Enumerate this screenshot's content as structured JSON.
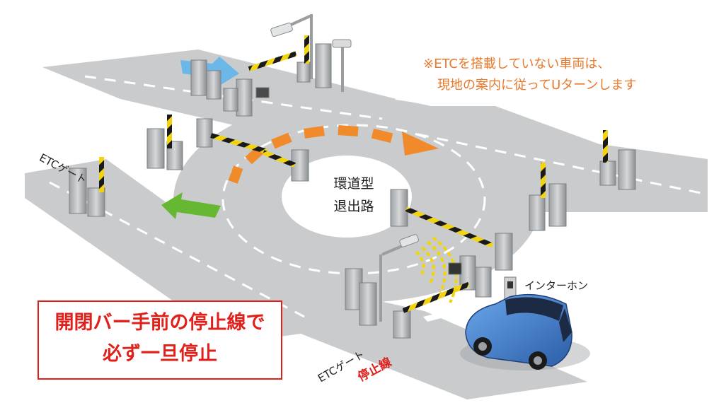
{
  "notice": {
    "line1": "※ETCを搭載していない車両は、",
    "line2": "現地の案内に従ってUターンします"
  },
  "roundabout_label": {
    "line1": "環道型",
    "line2": "退出路"
  },
  "labels": {
    "etc_gate_left": "ETCゲート",
    "etc_gate_bottom": "ETCゲート",
    "stop_line": "停止線",
    "intercom": "インターホン"
  },
  "warning": {
    "line1": "開閉バー手前の停止線で",
    "line2": "必ず一旦停止"
  },
  "colors": {
    "road": "#c9cbcc",
    "road_dark": "#b5b8ba",
    "island": "#ffffff",
    "arrow_orange": "#f08a2b",
    "arrow_green": "#66b832",
    "arrow_blue": "#6bb8e8",
    "bar_yellow": "#f2d40e",
    "bar_black": "#1a1a1a",
    "warning_red": "#e0201b",
    "notice_orange": "#e8782a",
    "car_blue": "#3d7fd0"
  },
  "icons": [
    "car-icon",
    "intercom-icon",
    "signal-wave-icon",
    "camera-icon",
    "street-light-icon"
  ]
}
